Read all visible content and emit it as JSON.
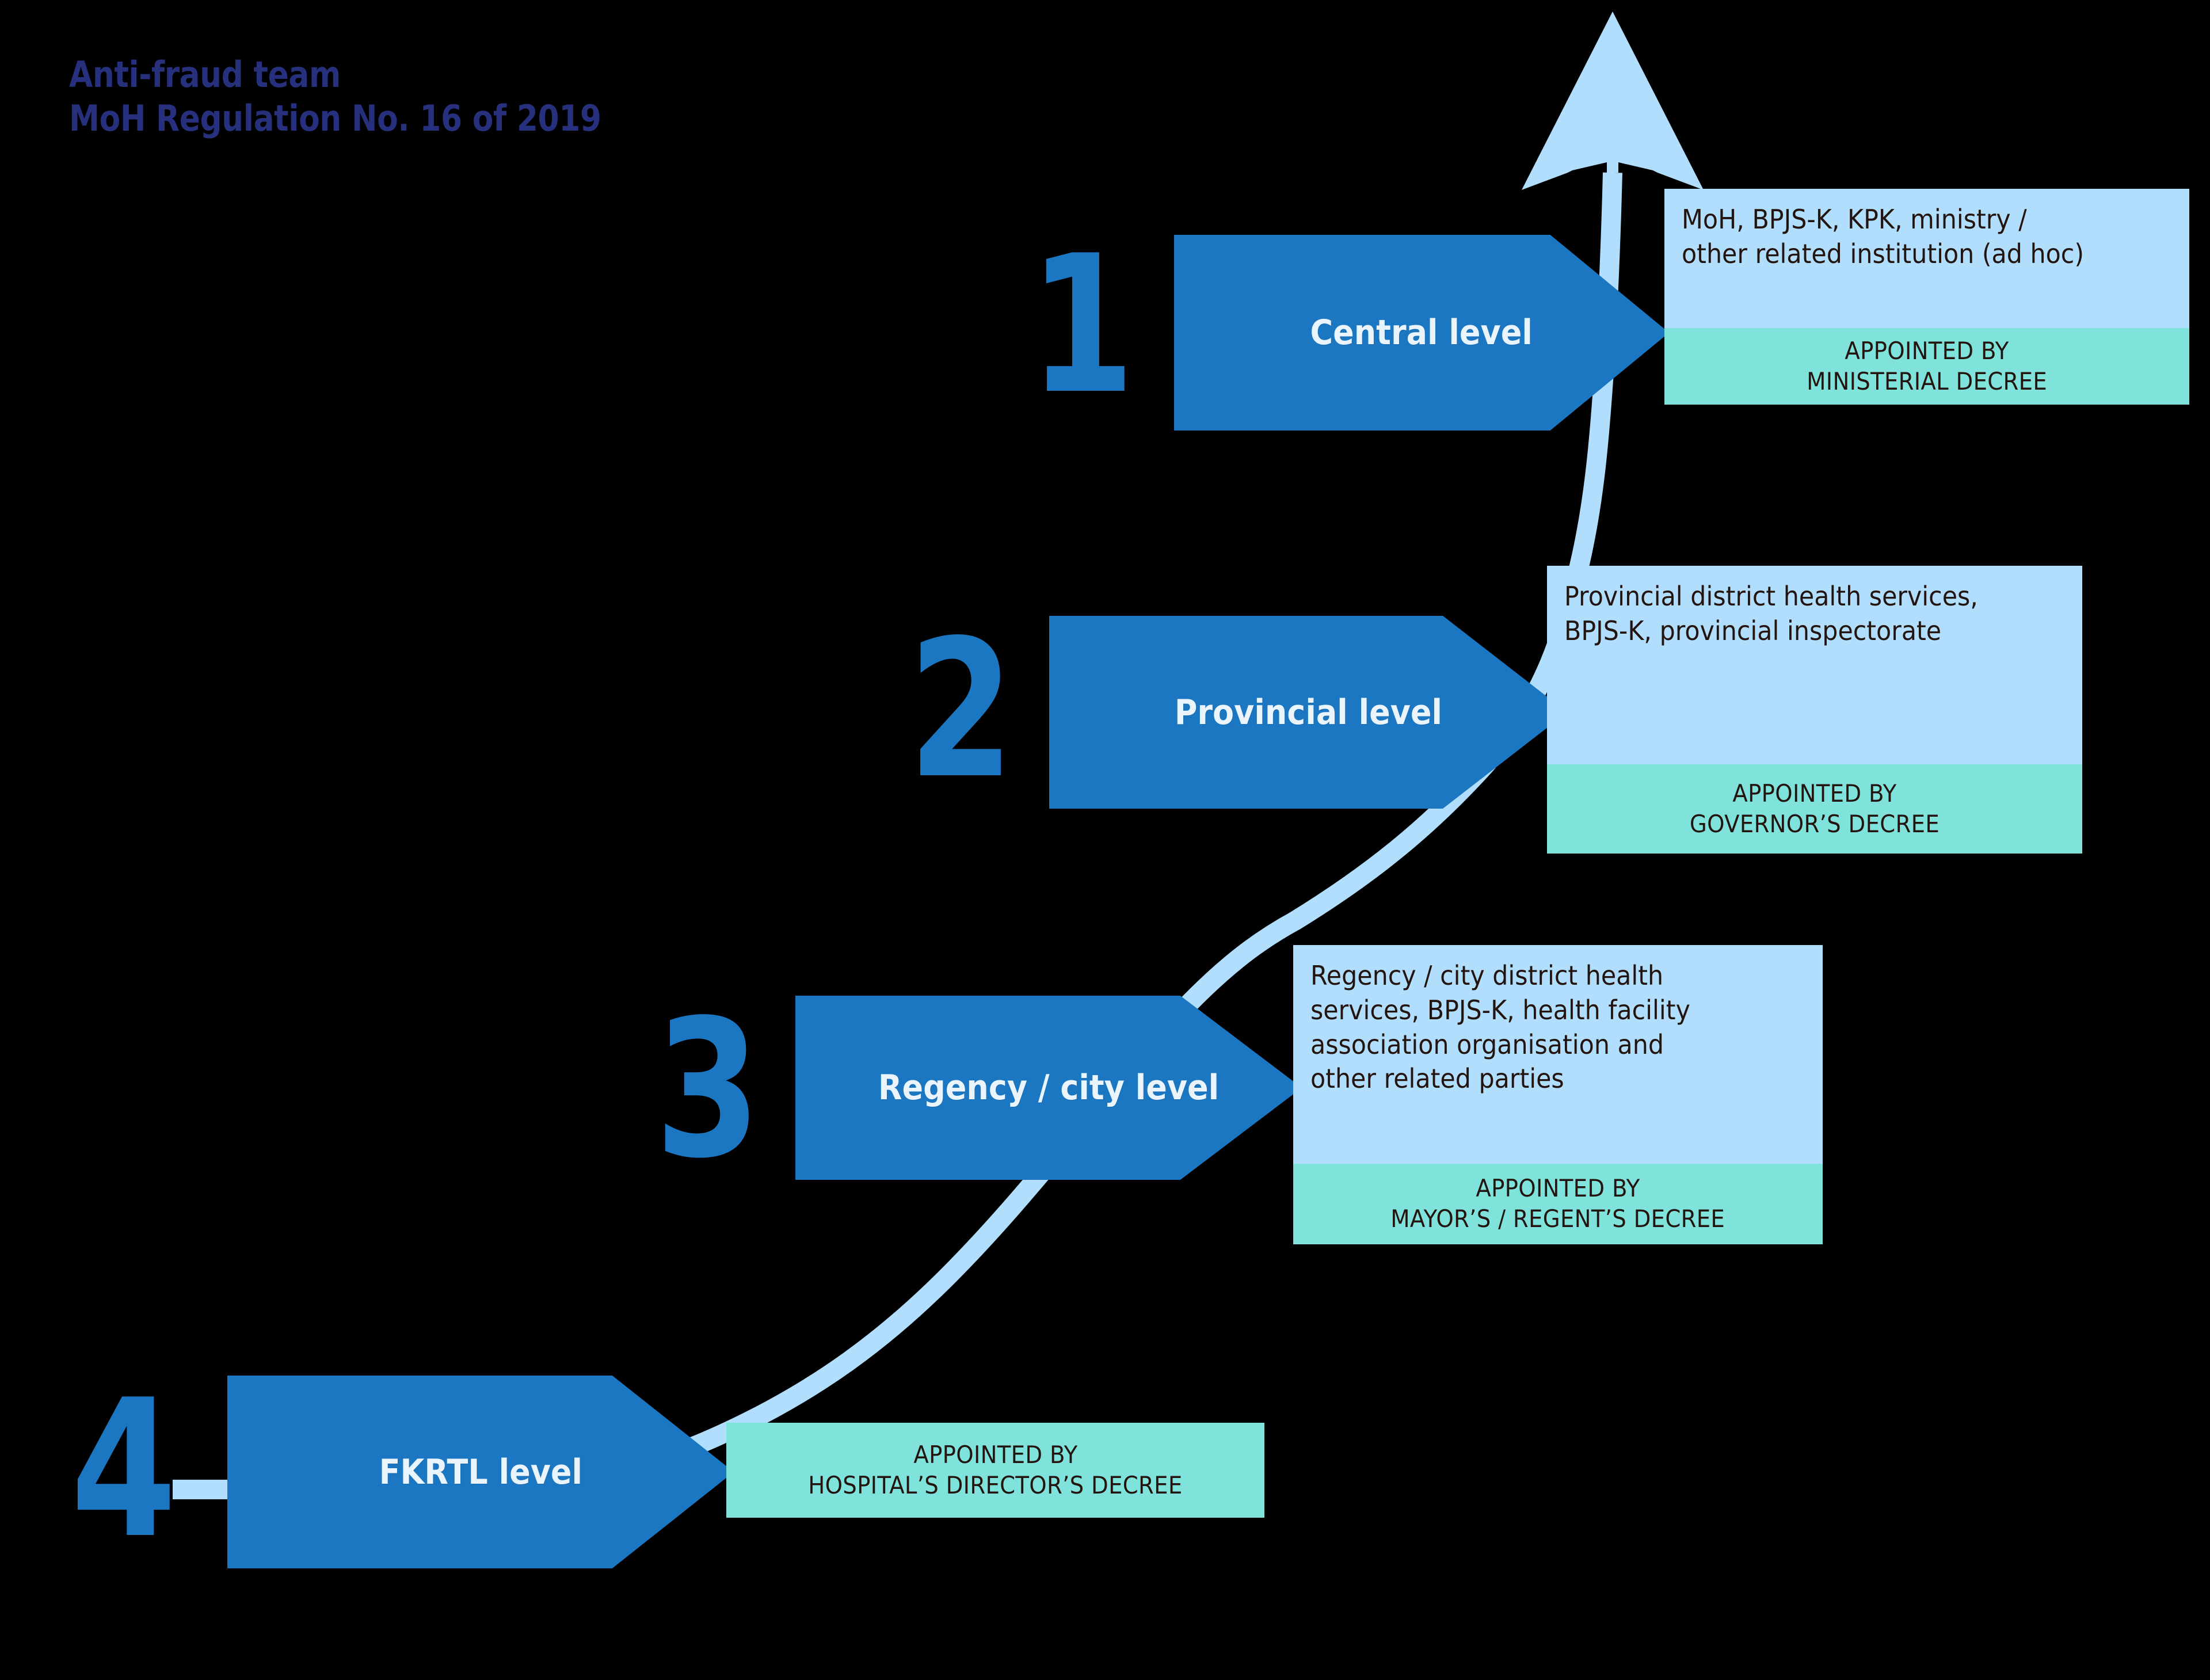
{
  "title": {
    "line1": "Anti-fraud team",
    "line2": "MoH Regulation No. 16 of 2019"
  },
  "colors": {
    "background": "#000000",
    "title_navy": "#27307C",
    "arrow_blue": "#1C77C3",
    "flow_light_blue": "#B0DEFC",
    "info_top_blue": "#B0DEFC",
    "info_bottom_teal": "#7FE3DC",
    "info_text": "#241410",
    "chevron_label": "#EAF4FC"
  },
  "levels": [
    {
      "number": "1",
      "chevron_label": "Central level",
      "members_line1": "MoH, BPJS-K, KPK, ministry /",
      "members_line2": "other related institution (ad hoc)",
      "appointed_line1": "APPOINTED BY",
      "appointed_line2": "MINISTERIAL DECREE"
    },
    {
      "number": "2",
      "chevron_label": "Provincial level",
      "members_line1": "Provincial district health services,",
      "members_line2": "BPJS-K, provincial inspectorate",
      "appointed_line1": "APPOINTED BY",
      "appointed_line2": "GOVERNOR’S DECREE"
    },
    {
      "number": "3",
      "chevron_label": "Regency / city level",
      "members_line1": "Regency / city district health",
      "members_line2": "services, BPJS-K, health facility",
      "members_line3": "association organisation and",
      "members_line4": "other related parties",
      "appointed_line1": "APPOINTED BY",
      "appointed_line2": "MAYOR’S / REGENT’S DECREE"
    },
    {
      "number": "4",
      "chevron_label": "FKRTL level",
      "appointed_line1": "APPOINTED BY",
      "appointed_line2": "HOSPITAL’S DIRECTOR’S DECREE"
    }
  ]
}
